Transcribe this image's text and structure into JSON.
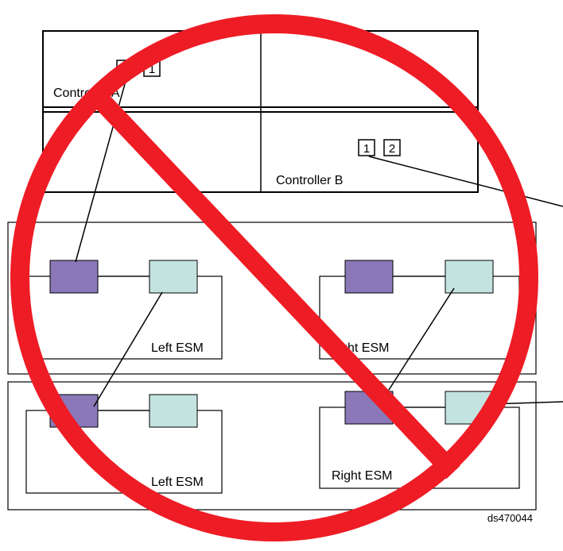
{
  "controller_a": {
    "label": "Controller A",
    "port_left": "2",
    "port_right": "1"
  },
  "controller_b": {
    "label": "Controller B",
    "port_left": "1",
    "port_right": "2"
  },
  "upper_enclosure": {
    "left_esm_label": "Left ESM",
    "right_esm_label": "Right ESM"
  },
  "lower_enclosure": {
    "left_esm_label": "Left ESM",
    "right_esm_label": "Right ESM"
  },
  "figure_id": "ds470044",
  "colors": {
    "port_purple": "#8a78b8",
    "port_cyan": "#c3e3e0",
    "prohibition_red": "#ee1c25",
    "line": "#000000"
  },
  "icons": {
    "prohibition": "no-symbol-icon"
  }
}
